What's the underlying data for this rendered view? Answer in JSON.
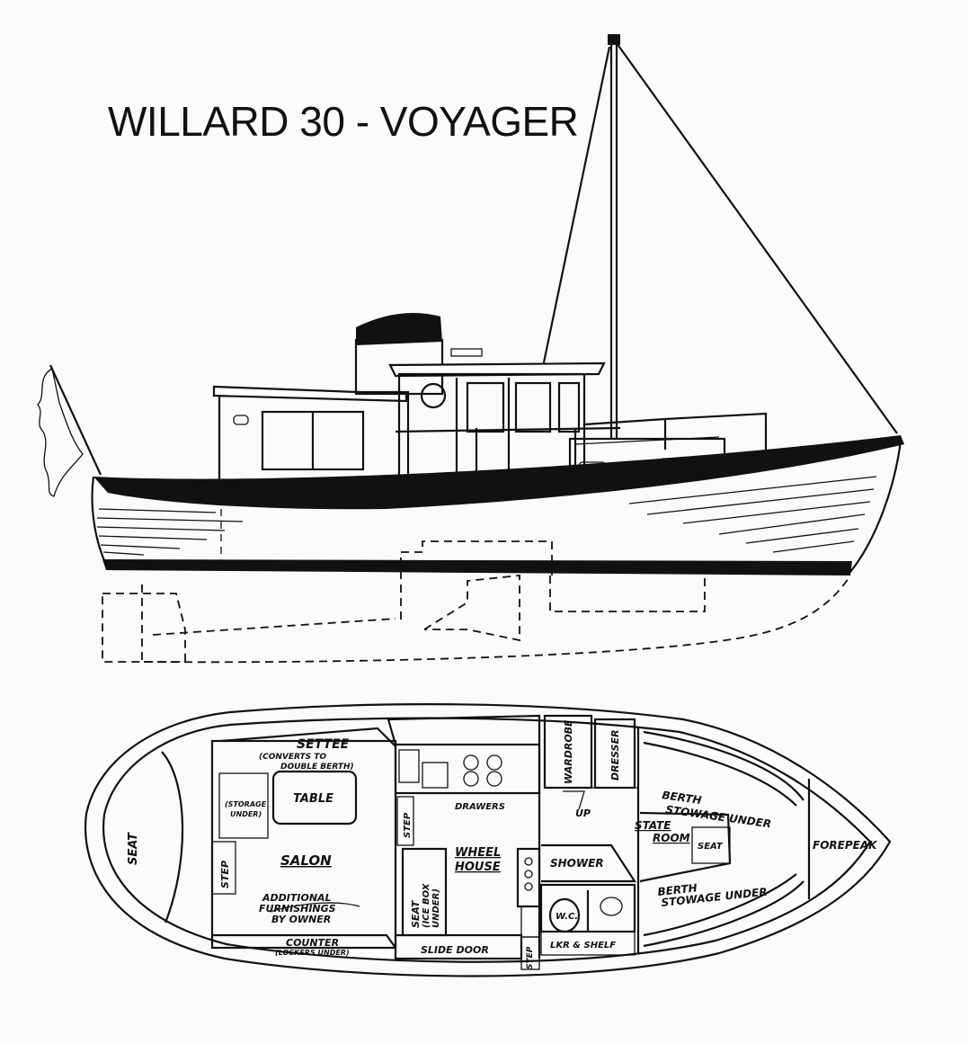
{
  "title": "WILLARD 30 - VOYAGER",
  "labels": {
    "settee": "SETTEE",
    "settee_note_1": "(CONVERTS TO",
    "settee_note_2": "DOUBLE BERTH)",
    "table": "TABLE",
    "storage_under_1": "(STORAGE",
    "storage_under_2": "UNDER)",
    "seat_aft": "SEAT",
    "step_salon": "STEP",
    "salon": "SALON",
    "additional_1": "ADDITIONAL",
    "additional_2": "FURNISHINGS",
    "additional_3": "BY OWNER",
    "counter": "COUNTER",
    "counter_note": "(LOCKERS UNDER)",
    "step_galley": "STEP",
    "seat_icebox_1": "SEAT",
    "seat_icebox_2": "(ICE BOX",
    "seat_icebox_3": "UNDER)",
    "slide_door": "SLIDE DOOR",
    "step_wheelhouse": "STEP",
    "drawers": "DRAWERS",
    "wheel_house_1": "WHEEL",
    "wheel_house_2": "HOUSE",
    "wardrobe": "WARDROBE",
    "dresser": "DRESSER",
    "up": "UP",
    "shower": "SHOWER",
    "wc": "W.C.",
    "lkr_shelf": "LKR & SHELF",
    "berth_1": "BERTH",
    "stowage_under_1": "STOWAGE UNDER",
    "state_room_1": "STATE",
    "state_room_2": "ROOM",
    "seat_stateroom": "SEAT",
    "berth_2": "BERTH",
    "stowage_under_2": "STOWAGE UNDER",
    "forepeak": "FOREPEAK"
  }
}
